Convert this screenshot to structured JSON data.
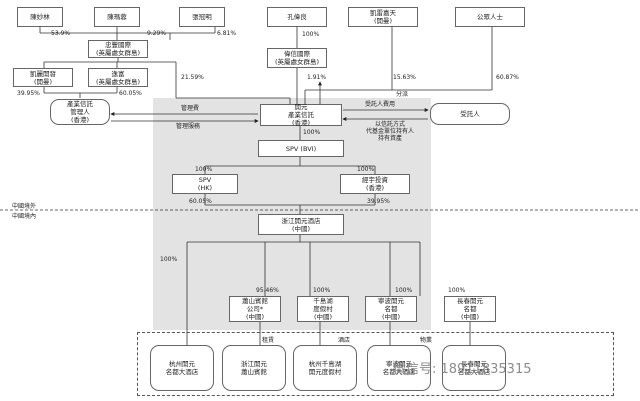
{
  "shareholders": {
    "chen": "陳妙林",
    "chen_m": "陳瑪蓉",
    "zhang": "張冠明",
    "kong": "孔偉良",
    "kai": "凱雷嘉天\n(開曼)",
    "public": "公眾人士"
  },
  "entities": {
    "guangyuan": "忠豐國際\n(英屬處女群島)",
    "kaili": "凱麗開發\n(開曼)",
    "lianhui": "逸富\n(英屬處女群島)",
    "weixin": "偉信國際\n(英屬處女群島)",
    "manager": "產業信託\n管理人\n(香港)",
    "trust": "開元\n產業信託\n(香港)",
    "trustee": "受託人",
    "spv_bvi": "SPV (BVI)",
    "spv_hk": "SPV\n(HK)",
    "yuanqi": "經宇投資\n(香港)",
    "hotel_co": "浙江開元酒店\n(中國)",
    "sub1": "蕭山賓館\n公司*\n(中國)",
    "sub2": "千島湖\n度假村\n(中國)",
    "sub3": "寧波開元\n名都\n(中國)",
    "sub4": "長春開元\n名都\n(中國)"
  },
  "hotels": [
    "杭州開元\n名都大酒店",
    "浙江開元\n蕭山賓館",
    "杭州千島湖\n開元度假村",
    "寧波開元\n名都大酒店",
    "長春開元\n名都大酒店"
  ],
  "percents": {
    "p1": "53.9%",
    "p2": "9.29%",
    "p3": "6.81%",
    "p4": "100%",
    "p5": "39.95%",
    "p6": "60.05%",
    "p7": "21.59%",
    "p8": "1.91%",
    "p9": "15.63%",
    "p10": "60.87%",
    "p11": "100%",
    "p12": "100%",
    "p13": "100%",
    "p14": "60.05%",
    "p15": "39.95%",
    "p16": "100%",
    "p17": "95.46%",
    "p18": "100%",
    "p19": "100%",
    "p20": "100%"
  },
  "labels": {
    "fee_mgmt": "管理費",
    "service_mgmt": "管理服務",
    "trustee_fee": "受託人費用",
    "trustee_hold": "以信託方式\n代基金單位持有人\n持有資產",
    "distribution": "分派",
    "offshore": "中國境外",
    "onshore": "中國境內",
    "lease": "租賃",
    "hotel": "酒店",
    "property": "物業"
  },
  "watermark": "微信号: 18911835315"
}
